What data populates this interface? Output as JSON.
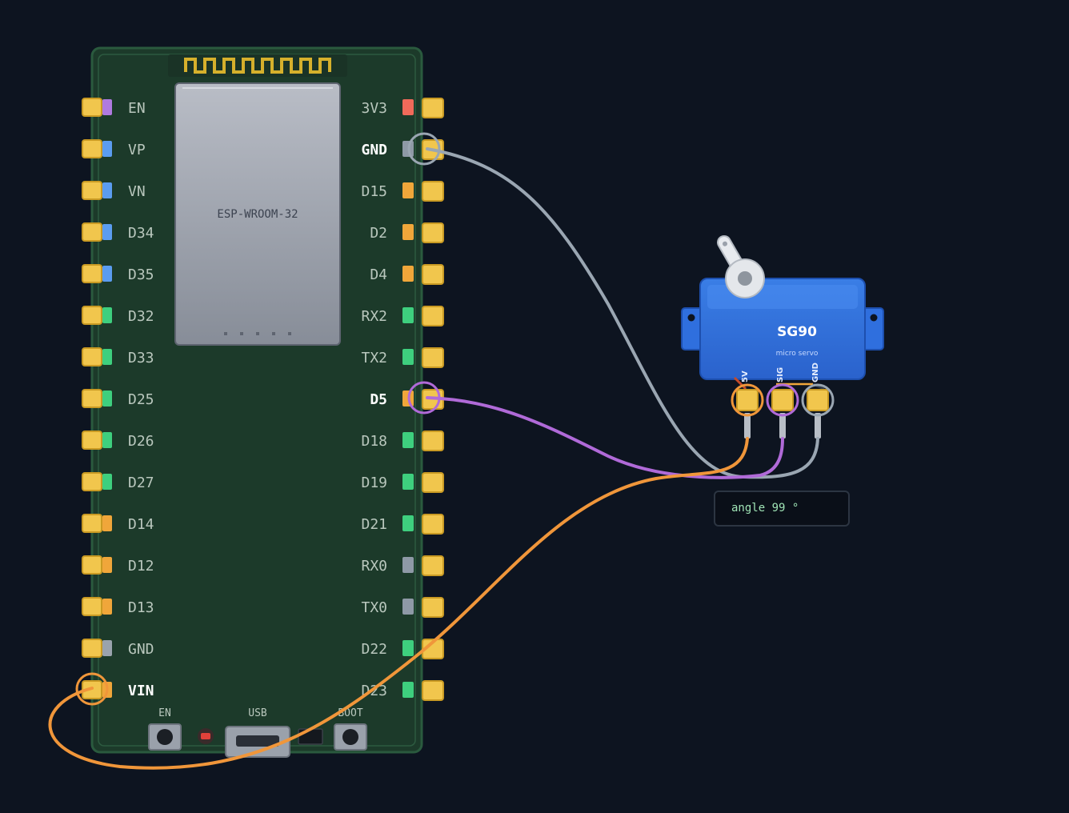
{
  "board": {
    "module_label": "ESP-WROOM-32",
    "left_pins": [
      {
        "label": "EN",
        "color": "#b07ae0",
        "active": false
      },
      {
        "label": "VP",
        "color": "#5b9cf0",
        "active": false
      },
      {
        "label": "VN",
        "color": "#5b9cf0",
        "active": false
      },
      {
        "label": "D34",
        "color": "#5b9cf0",
        "active": false
      },
      {
        "label": "D35",
        "color": "#5b9cf0",
        "active": false
      },
      {
        "label": "D32",
        "color": "#3ecf7e",
        "active": false
      },
      {
        "label": "D33",
        "color": "#3ecf7e",
        "active": false
      },
      {
        "label": "D25",
        "color": "#3ecf7e",
        "active": false
      },
      {
        "label": "D26",
        "color": "#3ecf7e",
        "active": false
      },
      {
        "label": "D27",
        "color": "#3ecf7e",
        "active": false
      },
      {
        "label": "D14",
        "color": "#f0a63a",
        "active": false
      },
      {
        "label": "D12",
        "color": "#f0a63a",
        "active": false
      },
      {
        "label": "D13",
        "color": "#f0a63a",
        "active": false
      },
      {
        "label": "GND",
        "color": "#9aa3ad",
        "active": false
      },
      {
        "label": "VIN",
        "color": "#f0a63a",
        "active": true
      }
    ],
    "right_pins": [
      {
        "label": "3V3",
        "color": "#f06a5a",
        "active": false
      },
      {
        "label": "GND",
        "color": "#8e99a6",
        "active": true
      },
      {
        "label": "D15",
        "color": "#f0a63a",
        "active": false
      },
      {
        "label": "D2",
        "color": "#f0a63a",
        "active": false
      },
      {
        "label": "D4",
        "color": "#f0a63a",
        "active": false
      },
      {
        "label": "RX2",
        "color": "#3ecf7e",
        "active": false
      },
      {
        "label": "TX2",
        "color": "#3ecf7e",
        "active": false
      },
      {
        "label": "D5",
        "color": "#f0a63a",
        "active": true
      },
      {
        "label": "D18",
        "color": "#3ecf7e",
        "active": false
      },
      {
        "label": "D19",
        "color": "#3ecf7e",
        "active": false
      },
      {
        "label": "D21",
        "color": "#3ecf7e",
        "active": false
      },
      {
        "label": "RX0",
        "color": "#8e99a6",
        "active": false
      },
      {
        "label": "TX0",
        "color": "#8e99a6",
        "active": false
      },
      {
        "label": "D22",
        "color": "#3ecf7e",
        "active": false
      },
      {
        "label": "D23",
        "color": "#3ecf7e",
        "active": false
      }
    ],
    "buttons": {
      "en_label": "EN",
      "usb_label": "USB",
      "boot_label": "BOOT"
    }
  },
  "servo": {
    "title": "SG90",
    "subtitle": "micro servo",
    "pins": [
      "5V",
      "SIG",
      "GND"
    ]
  },
  "readout": {
    "text": "angle 99 °"
  },
  "wires": [
    {
      "from": "VIN",
      "to": "5V",
      "color": "#f0963a"
    },
    {
      "from": "D5",
      "to": "SIG",
      "color": "#b06ad8"
    },
    {
      "from": "GND",
      "to": "GND",
      "color": "#9aa6b2"
    }
  ]
}
